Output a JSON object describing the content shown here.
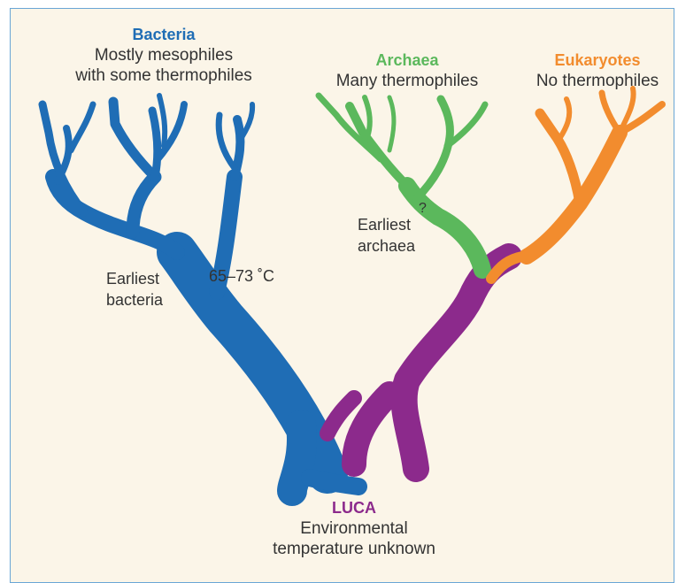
{
  "colors": {
    "bacteria": "#1f6db5",
    "archaea": "#5bb85c",
    "eukaryotes": "#f28c2e",
    "luca": "#8c2a8c",
    "background": "#fbf5e8",
    "frame": "#6aa6d6"
  },
  "groups": {
    "bacteria": {
      "title": "Bacteria",
      "line1": "Mostly mesophiles",
      "line2": "with some thermophiles"
    },
    "archaea": {
      "title": "Archaea",
      "line1": "Many thermophiles"
    },
    "eukaryotes": {
      "title": "Eukaryotes",
      "line1": "No thermophiles"
    },
    "luca": {
      "title": "LUCA",
      "line1": "Environmental",
      "line2": "temperature unknown"
    }
  },
  "annotations": {
    "earliest_bacteria_1": "Earliest",
    "earliest_bacteria_2": "bacteria",
    "earliest_archaea_1": "Earliest",
    "earliest_archaea_2": "archaea",
    "bacteria_temperature": "65–73 ˚C",
    "question_mark": "?"
  }
}
